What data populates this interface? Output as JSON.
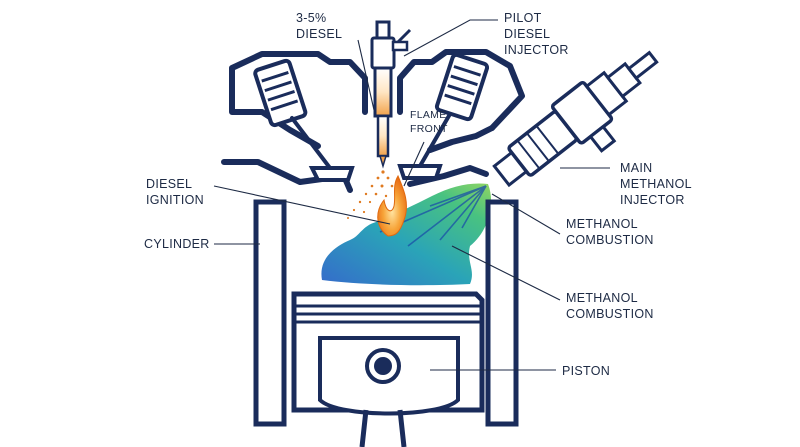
{
  "labels": {
    "diesel_pct_line1": "3-5%",
    "diesel_pct_line2": "DIESEL",
    "pilot_line1": "PILOT",
    "pilot_line2": "DIESEL",
    "pilot_line3": "INJECTOR",
    "flame_line1": "FLAME",
    "flame_line2": "FRONT",
    "ignition_line1": "DIESEL",
    "ignition_line2": "IGNITION",
    "cylinder": "CYLINDER",
    "main_line1": "MAIN",
    "main_line2": "METHANOL",
    "main_line3": "INJECTOR",
    "combustion1_line1": "METHANOL",
    "combustion1_line2": "COMBUSTION",
    "combustion2_line1": "METHANOL",
    "combustion2_line2": "COMBUSTION",
    "piston": "PISTON"
  },
  "colors": {
    "line": "#1a2c5b",
    "label": "#1d2a44",
    "flame": "#f08a1c",
    "plume_start": "#1f5fbf",
    "plume_end": "#7fd35a"
  }
}
